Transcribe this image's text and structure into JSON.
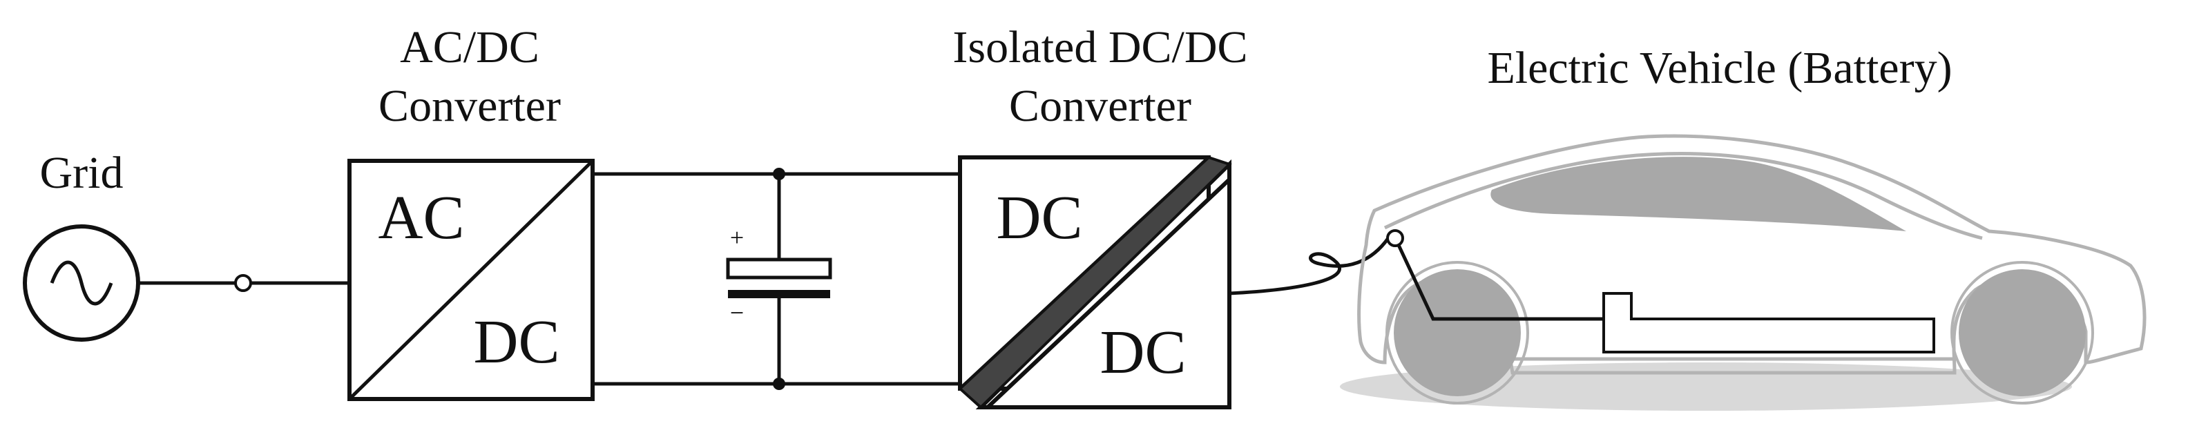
{
  "labels": {
    "grid": "Grid",
    "acdc_title_1": "AC/DC",
    "acdc_title_2": "Converter",
    "acdc_in": "AC",
    "acdc_out": "DC",
    "dcdc_title_1": "Isolated DC/DC",
    "dcdc_title_2": "Converter",
    "dcdc_in": "DC",
    "dcdc_out": "DC",
    "ev_title": "Electric Vehicle (Battery)",
    "cap_plus": "+",
    "cap_minus": "−"
  },
  "icons": {
    "source": "ac-source-icon",
    "vehicle": "electric-car-icon"
  },
  "colors": {
    "line": "#111111",
    "car_outline": "#b3b3b3",
    "car_fill": "#a8a8a8",
    "shadow": "#d9d9d9"
  }
}
